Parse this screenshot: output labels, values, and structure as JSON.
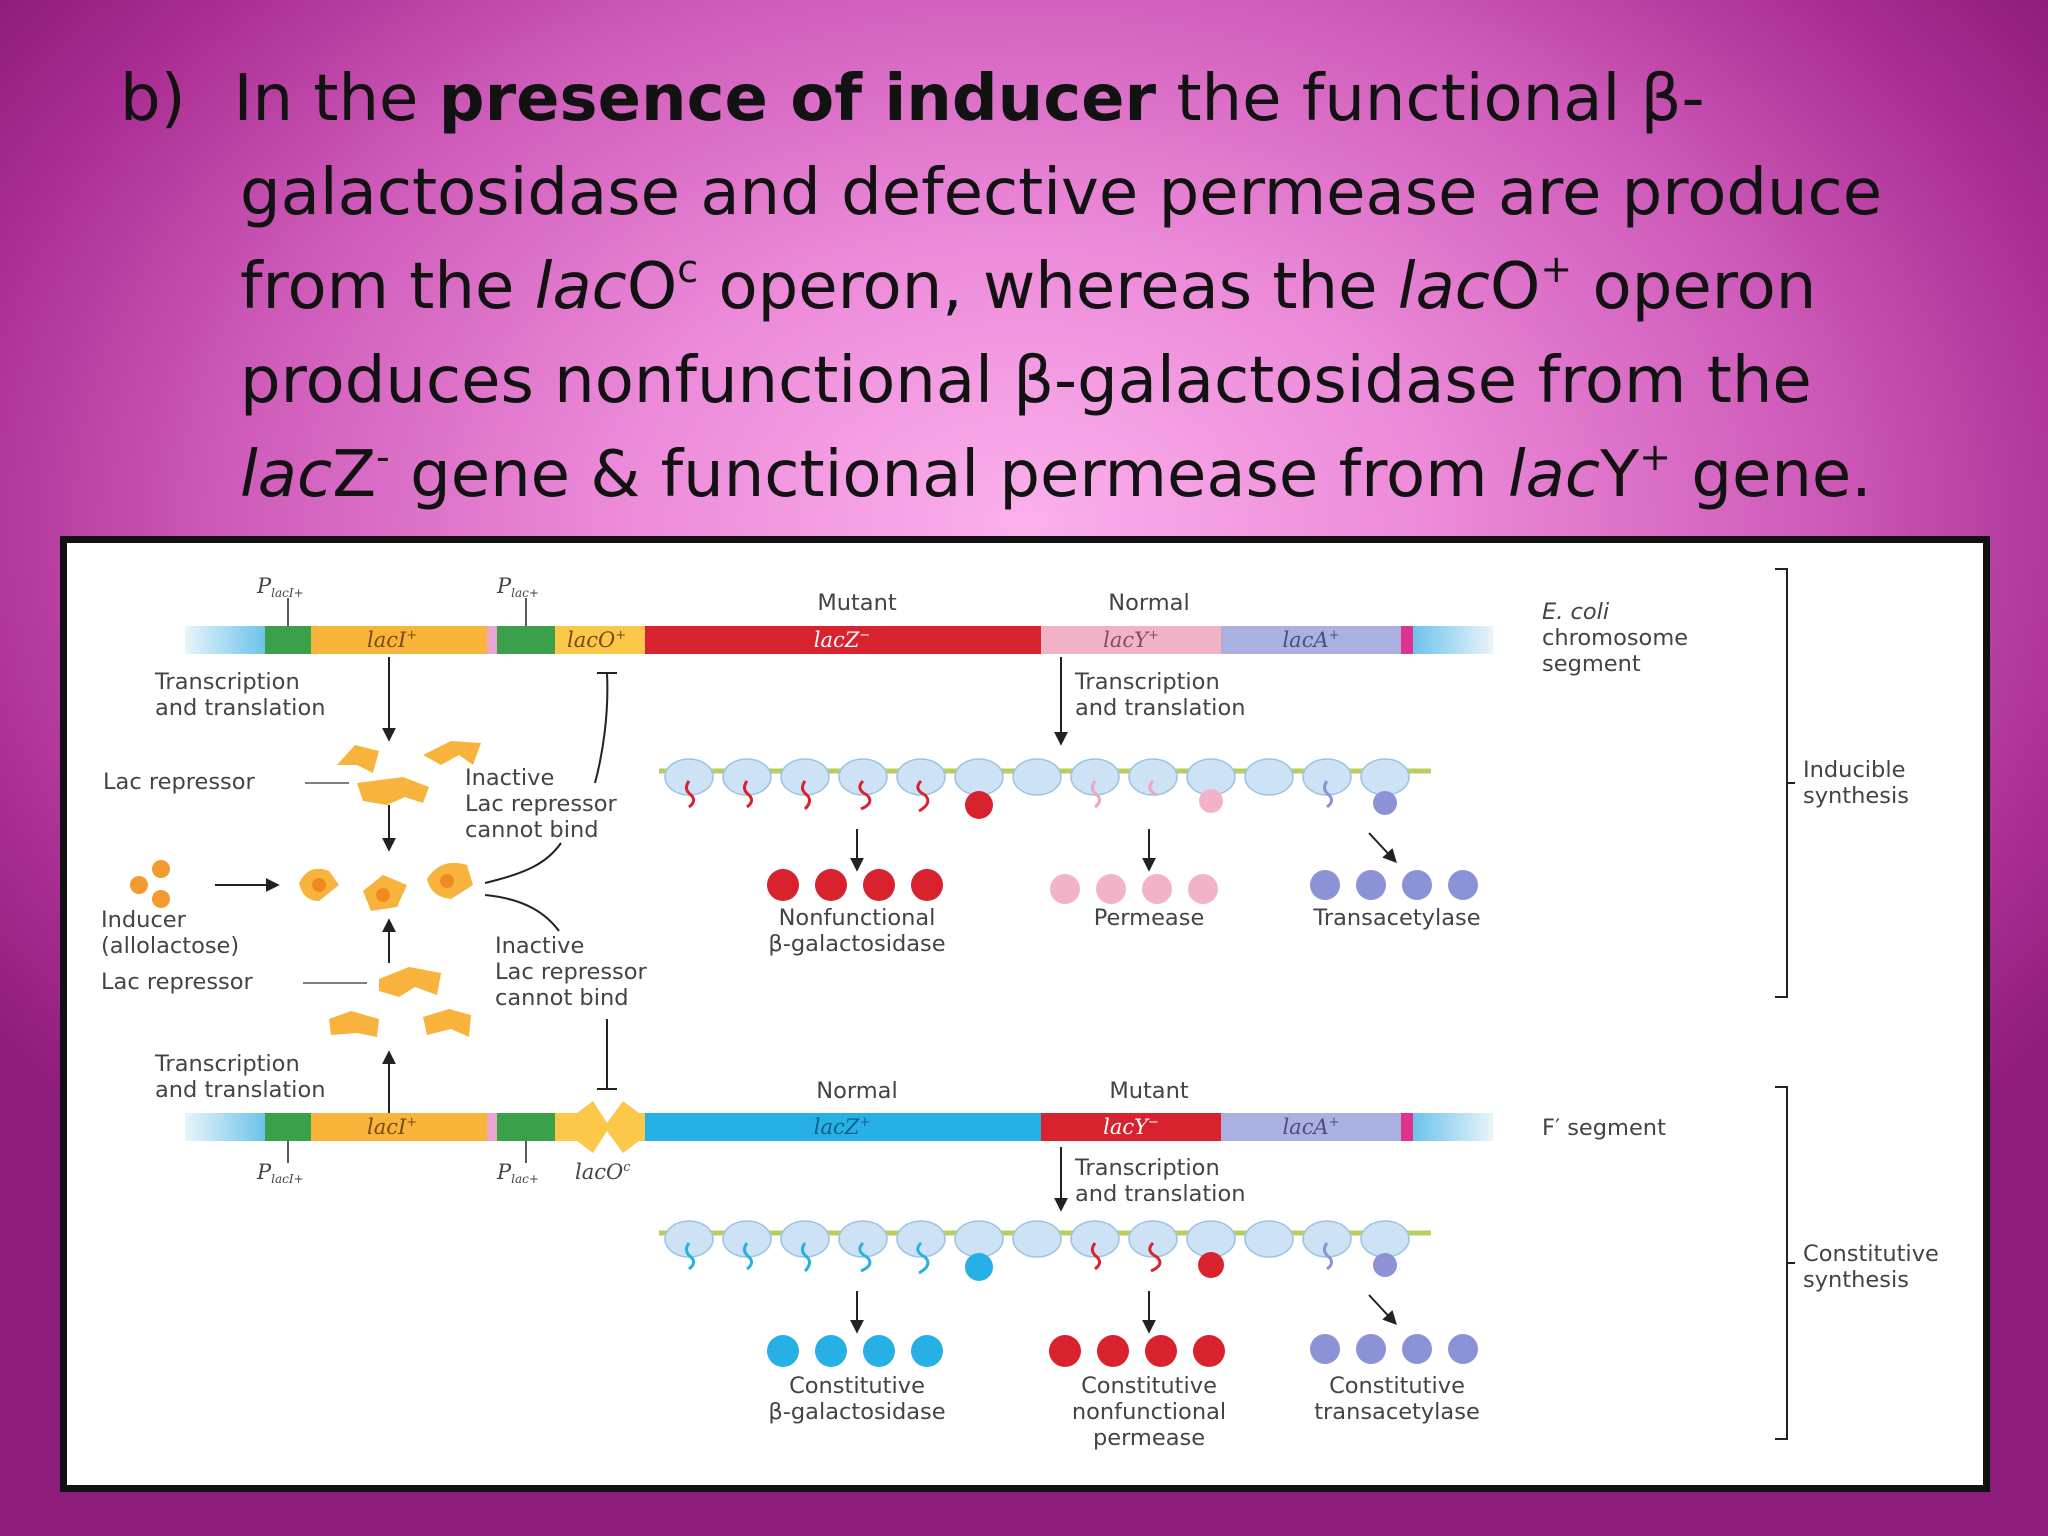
{
  "heading": {
    "prefix": "b)",
    "l1_a": "In the ",
    "l1_bold": "presence of inducer",
    "l1_b": " the functional  β-",
    "l2": "galactosidase and defective permease are produce",
    "l3_a": "from the ",
    "l3_lac1": "lac",
    "l3_O1": "O",
    "l3_sup1": "c",
    "l3_b": " operon, whereas ",
    "l3_the": "the ",
    "l3_lac2": "lac",
    "l3_O2": "O",
    "l3_sup2": "+",
    "l3_c": " operon",
    "l4": "produces nonfunctional β-galactosidase from the",
    "l5_lac1": "lac",
    "l5_Z": "Z",
    "l5_sup1": "-",
    "l5_a": " gene & functional permease from ",
    "l5_lac2": "lac",
    "l5_Y": "Y",
    "l5_sup2": "+",
    "l5_b": " gene."
  },
  "diagram": {
    "top": {
      "promoter1": "P",
      "promoter1_sub": "lacI+",
      "promoter2": "P",
      "promoter2_sub": "lac+",
      "gene_lacI": "lacI",
      "gene_lacI_sup": "+",
      "gene_lacO": "lacO",
      "gene_lacO_sup": "+",
      "gene_lacZ": "lacZ",
      "gene_lacZ_sup": "−",
      "gene_lacY": "lacY",
      "gene_lacY_sup": "+",
      "gene_lacA": "lacA",
      "gene_lacA_sup": "+",
      "status_z": "Mutant",
      "status_y": "Normal",
      "segment_l1": "E. coli",
      "segment_l2": "chromosome",
      "segment_l3": "segment",
      "tt_left_l1": "Transcription",
      "tt_left_l2": "and translation",
      "tt_right_l1": "Transcription",
      "tt_right_l2": "and translation",
      "repressor": "Lac repressor",
      "inactive_l1": "Inactive",
      "inactive_l2": "Lac repressor",
      "inactive_l3": "cannot bind",
      "product1_l1": "Nonfunctional",
      "product1_l2": "β-galactosidase",
      "product2": "Permease",
      "product3": "Transacetylase",
      "bracket_l1": "Inducible",
      "bracket_l2": "synthesis"
    },
    "mid": {
      "inducer_l1": "Inducer",
      "inducer_l2": "(allolactose)",
      "repressor": "Lac repressor",
      "inactive_l1": "Inactive",
      "inactive_l2": "Lac repressor",
      "inactive_l3": "cannot bind",
      "tt_l1": "Transcription",
      "tt_l2": "and translation"
    },
    "bottom": {
      "promoter1": "P",
      "promoter1_sub": "lacI+",
      "promoter2": "P",
      "promoter2_sub": "lac+",
      "operator": "lacO",
      "operator_sup": "c",
      "gene_lacI": "lacI",
      "gene_lacI_sup": "+",
      "gene_lacZ": "lacZ",
      "gene_lacZ_sup": "+",
      "gene_lacY": "lacY",
      "gene_lacY_sup": "−",
      "gene_lacA": "lacA",
      "gene_lacA_sup": "+",
      "status_z": "Normal",
      "status_y": "Mutant",
      "segment": "F′ segment",
      "tt_l1": "Transcription",
      "tt_l2": "and translation",
      "product1_l1": "Constitutive",
      "product1_l2": "β-galactosidase",
      "product2_l1": "Constitutive",
      "product2_l2": "nonfunctional",
      "product2_l3": "permease",
      "product3_l1": "Constitutive",
      "product3_l2": "transacetylase",
      "bracket_l1": "Constitutive",
      "bracket_l2": "synthesis"
    }
  },
  "colors": {
    "lacI": "#f9b43a",
    "lacZ_mutant": "#d8232e",
    "lacZ_normal": "#27b0e6",
    "lacY_normal": "#f2b3c8",
    "lacY_mutant": "#d8232e",
    "lacA": "#aab0e0",
    "promoter": "#3aa04a",
    "repressor": "#f7b33c",
    "mrna": "#b6cf5a",
    "ribosome": "#cde3f5"
  }
}
